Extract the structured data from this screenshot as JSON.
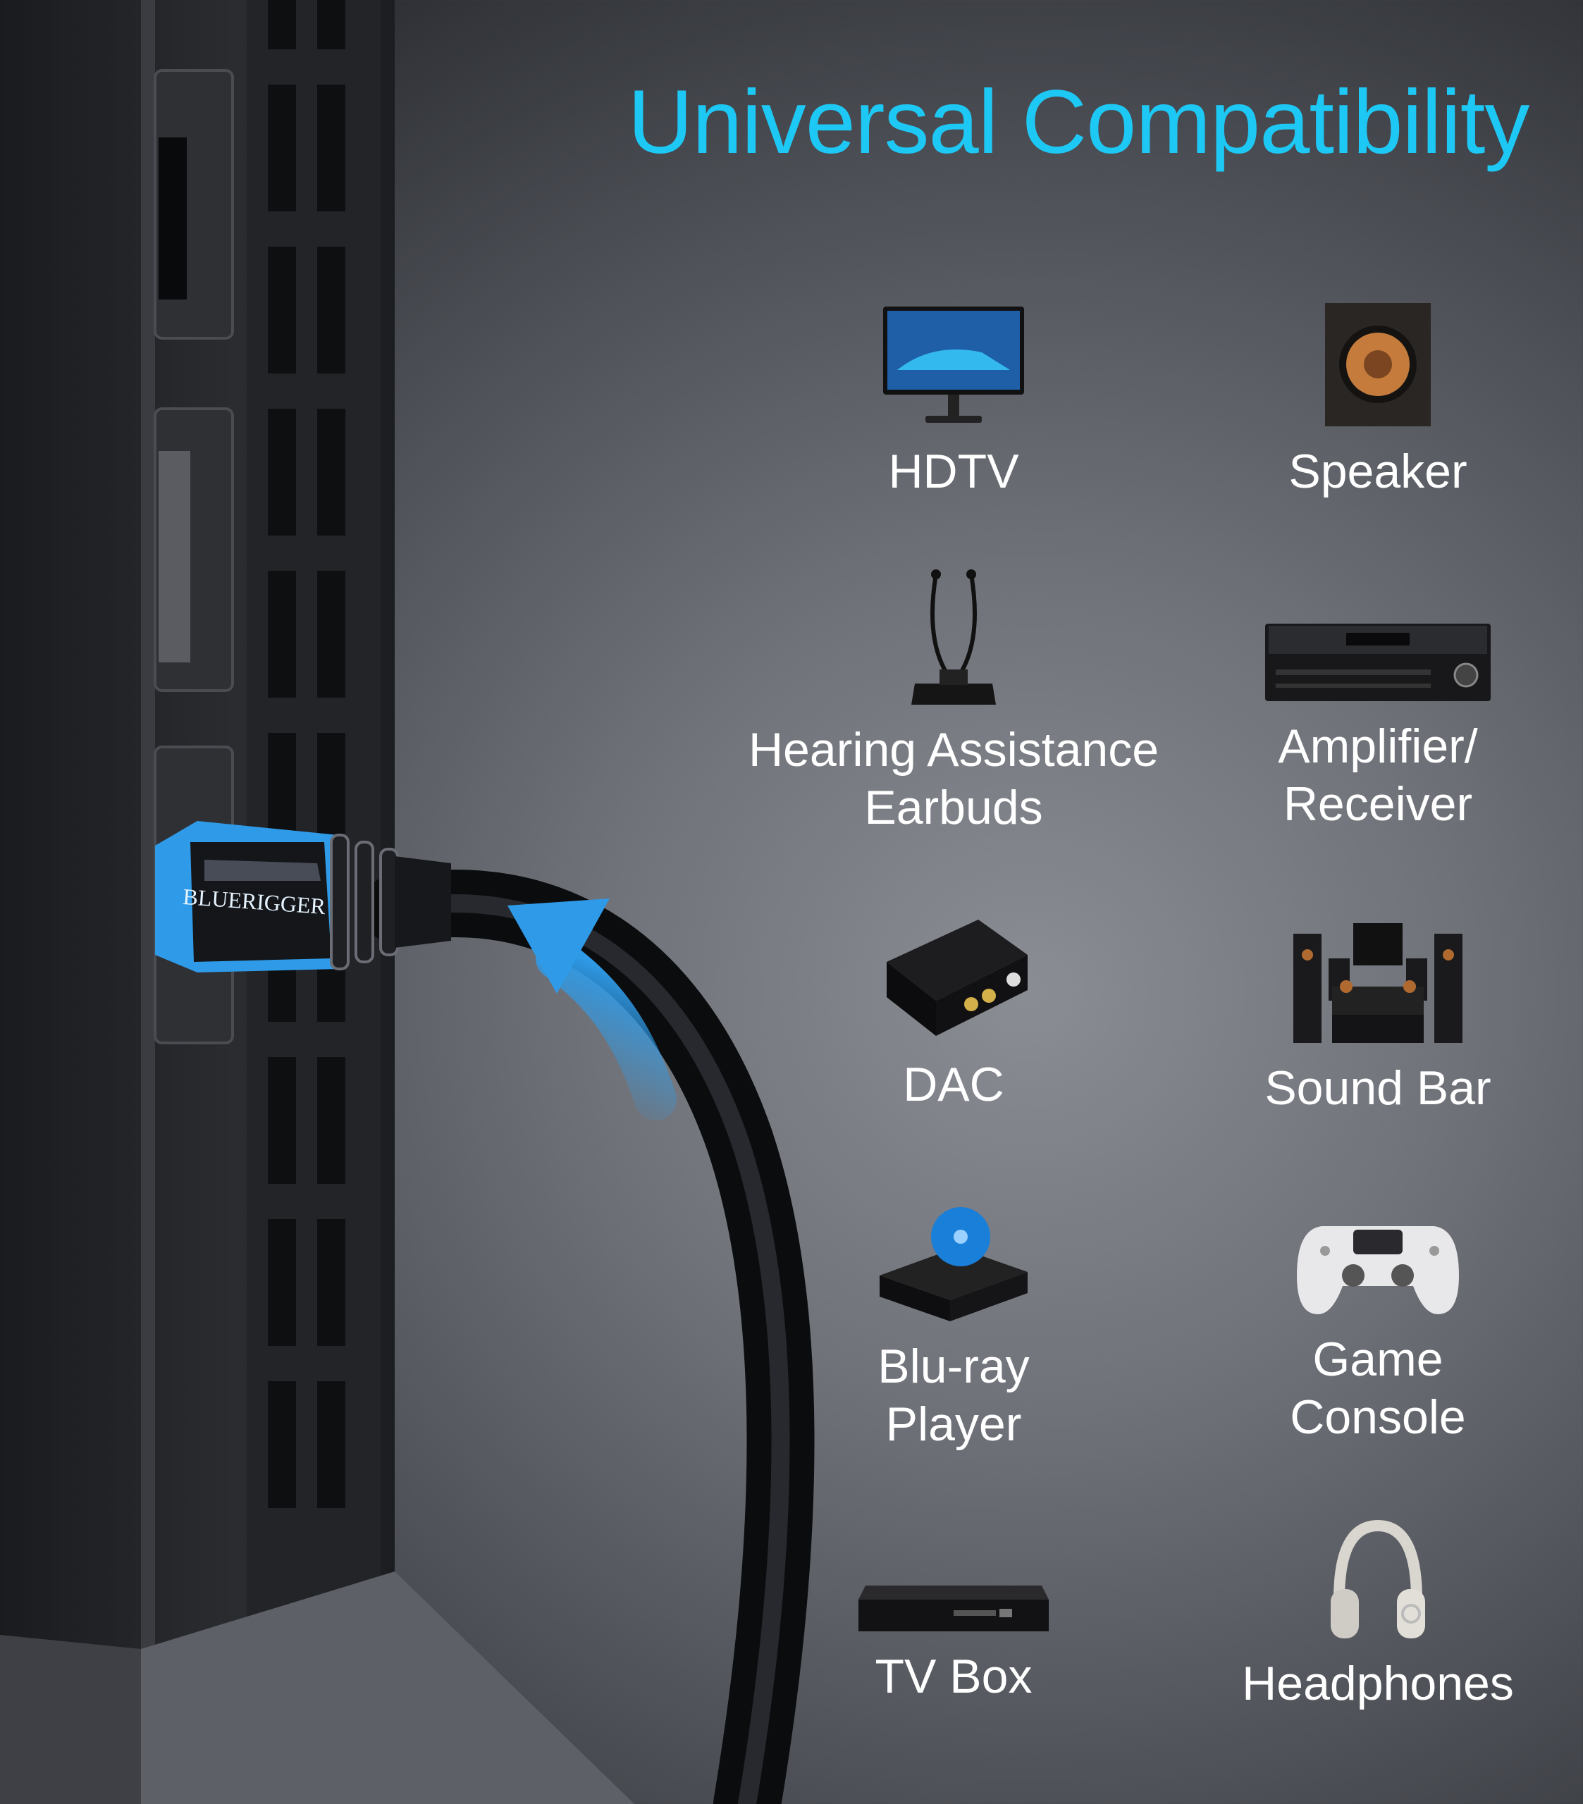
{
  "title": "Universal Compatibility",
  "colors": {
    "title": "#1ec8f5",
    "accent_blue": "#2f9be8",
    "label": "#ffffff"
  },
  "brand_text": "BLUERIGGER",
  "devices": [
    {
      "label": "HDTV",
      "icon": "hdtv-monitor-icon"
    },
    {
      "label": "Speaker",
      "icon": "subwoofer-speaker-icon"
    },
    {
      "label": "Hearing Assistance\nEarbuds",
      "icon": "hearing-earbuds-icon"
    },
    {
      "label": "Amplifier/\nReceiver",
      "icon": "av-receiver-icon"
    },
    {
      "label": "DAC",
      "icon": "dac-converter-icon"
    },
    {
      "label": "Sound Bar",
      "icon": "home-theater-speakers-icon"
    },
    {
      "label": "Blu-ray\nPlayer",
      "icon": "bluray-player-icon"
    },
    {
      "label": "Game\nConsole",
      "icon": "game-controller-icon"
    },
    {
      "label": "TV Box",
      "icon": "tv-box-icon"
    },
    {
      "label": "Headphones",
      "icon": "headphones-icon"
    }
  ]
}
